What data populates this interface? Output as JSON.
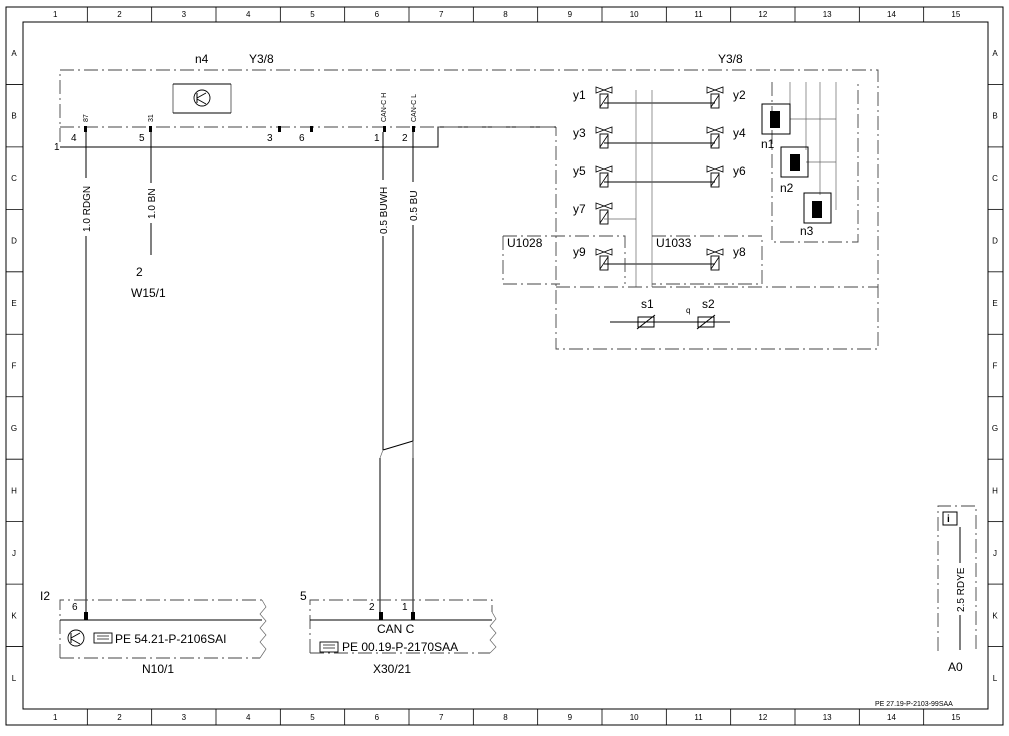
{
  "grid": {
    "columns": [
      "1",
      "2",
      "3",
      "4",
      "5",
      "6",
      "7",
      "8",
      "9",
      "10",
      "11",
      "12",
      "13",
      "14",
      "15"
    ],
    "rows": [
      "A",
      "B",
      "C",
      "D",
      "E",
      "F",
      "G",
      "H",
      "J",
      "K",
      "L"
    ]
  },
  "module_y38": {
    "title_left": "Y3/8",
    "title_right": "Y3/8",
    "n4": "n4",
    "pins": {
      "p87": "87",
      "p31": "31",
      "p_canh": "CAN-C H",
      "p_canl": "CAN-C L",
      "p4": "4",
      "p5": "5",
      "p3": "3",
      "p6": "6",
      "p1": "1",
      "p2": "2",
      "row1": "1"
    },
    "valves": [
      "y1",
      "y2",
      "y3",
      "y4",
      "y5",
      "y6",
      "y7",
      "y9",
      "y8"
    ],
    "units": {
      "u1028": "U1028",
      "u1033": "U1033"
    },
    "speed_sensors": [
      "n1",
      "n2",
      "n3"
    ],
    "switches": {
      "s1": "s1",
      "s2": "s2",
      "q": "q"
    }
  },
  "wires": {
    "w_rdgn": "1.0 RDGN",
    "w_bn": "1.0 BN",
    "w_buwh": "0.5 BUWH",
    "w_bu": "0.5 BU"
  },
  "ground": {
    "pin": "2",
    "name": "W15/1"
  },
  "n101": {
    "block_num": "I2",
    "pin": "6",
    "ref": "PE 54.21-P-2106SAI",
    "name": "N10/1"
  },
  "x3021": {
    "block_num": "5",
    "pin2": "2",
    "pin1": "1",
    "label": "CAN C",
    "ref": "PE 00.19-P-2170SAA",
    "name": "X30/21"
  },
  "info_box": {
    "icon": "i",
    "wire": "2.5 RDYE",
    "name": "A0"
  },
  "doc_ref": "PE 27.19-P-2103-99SAA"
}
